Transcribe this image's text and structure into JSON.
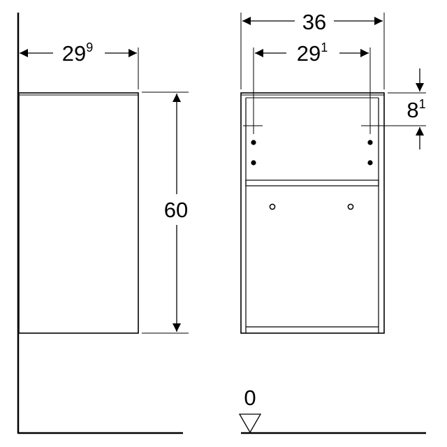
{
  "side_view": {
    "depth": {
      "value": "29",
      "sup": "9"
    },
    "height": {
      "value": "60"
    }
  },
  "front_view": {
    "width": {
      "value": "36"
    },
    "mount_spacing": {
      "value": "29",
      "sup": "1"
    },
    "mount_offset": {
      "value": "8",
      "sup": "1"
    },
    "floor_level": {
      "value": "0"
    }
  }
}
